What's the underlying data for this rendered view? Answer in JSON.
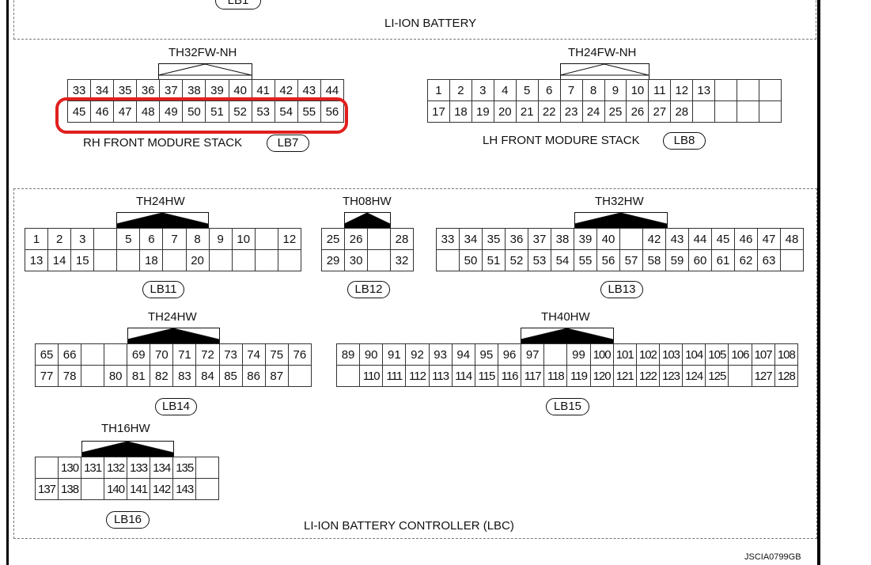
{
  "top_box": {
    "title": "LI-ION BATTERY",
    "partial_connector": "LB1"
  },
  "bottom_box": {
    "title": "LI-ION BATTERY CONTROLLER (LBC)"
  },
  "footer_code": "JSCIA0799GB",
  "annotation_color": "#e0201e",
  "connectors": {
    "lb7": {
      "type": "TH32FW-NH",
      "id": "LB7",
      "caption": "RH FRONT MODURE STACK",
      "filled": false,
      "rows": [
        [
          "33",
          "34",
          "35",
          "36",
          "37",
          "38",
          "39",
          "40",
          "41",
          "42",
          "43",
          "44"
        ],
        [
          "45",
          "46",
          "47",
          "48",
          "49",
          "50",
          "51",
          "52",
          "53",
          "54",
          "55",
          "56"
        ]
      ],
      "highlighted_row": 2
    },
    "lb8": {
      "type": "TH24FW-NH",
      "id": "LB8",
      "caption": "LH FRONT MODURE STACK",
      "filled": false,
      "rows": [
        [
          "1",
          "2",
          "3",
          "4",
          "5",
          "6",
          "7",
          "8",
          "9",
          "10",
          "11",
          "12",
          "13",
          "",
          "",
          ""
        ],
        [
          "17",
          "18",
          "19",
          "20",
          "21",
          "22",
          "23",
          "24",
          "25",
          "26",
          "27",
          "28",
          "",
          "",
          "",
          ""
        ]
      ]
    },
    "lb11": {
      "type": "TH24HW",
      "id": "LB11",
      "filled": true,
      "rows": [
        [
          "1",
          "2",
          "3",
          "",
          "5",
          "6",
          "7",
          "8",
          "9",
          "10",
          "",
          "12"
        ],
        [
          "13",
          "14",
          "15",
          "",
          "",
          "18",
          "",
          "20",
          "",
          "",
          "",
          ""
        ]
      ]
    },
    "lb12": {
      "type": "TH08HW",
      "id": "LB12",
      "filled": true,
      "rows": [
        [
          "25",
          "26",
          "",
          "28"
        ],
        [
          "29",
          "30",
          "",
          "32"
        ]
      ]
    },
    "lb13": {
      "type": "TH32HW",
      "id": "LB13",
      "filled": true,
      "rows": [
        [
          "33",
          "34",
          "35",
          "36",
          "37",
          "38",
          "39",
          "40",
          "",
          "42",
          "43",
          "44",
          "45",
          "46",
          "47",
          "48"
        ],
        [
          "",
          "50",
          "51",
          "52",
          "53",
          "54",
          "55",
          "56",
          "57",
          "58",
          "59",
          "60",
          "61",
          "62",
          "63",
          ""
        ]
      ]
    },
    "lb14": {
      "type": "TH24HW",
      "id": "LB14",
      "filled": true,
      "rows": [
        [
          "65",
          "66",
          "",
          "",
          "69",
          "70",
          "71",
          "72",
          "73",
          "74",
          "75",
          "76"
        ],
        [
          "77",
          "78",
          "",
          "80",
          "81",
          "82",
          "83",
          "84",
          "85",
          "86",
          "87",
          ""
        ]
      ]
    },
    "lb15": {
      "type": "TH40HW",
      "id": "LB15",
      "filled": true,
      "rows": [
        [
          "89",
          "90",
          "91",
          "92",
          "93",
          "94",
          "95",
          "96",
          "97",
          "",
          "99",
          "100",
          "101",
          "102",
          "103",
          "104",
          "105",
          "106",
          "107",
          "108"
        ],
        [
          "",
          "110",
          "111",
          "112",
          "113",
          "114",
          "115",
          "116",
          "117",
          "118",
          "119",
          "120",
          "121",
          "122",
          "123",
          "124",
          "125",
          "",
          "127",
          "128"
        ]
      ]
    },
    "lb16": {
      "type": "TH16HW",
      "id": "LB16",
      "filled": true,
      "rows": [
        [
          "",
          "130",
          "131",
          "132",
          "133",
          "134",
          "135",
          ""
        ],
        [
          "137",
          "138",
          "",
          "140",
          "141",
          "142",
          "143",
          ""
        ]
      ]
    }
  }
}
